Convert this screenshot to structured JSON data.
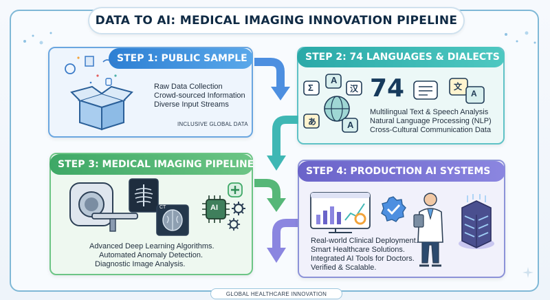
{
  "title": "DATA TO AI: MEDICAL IMAGING INNOVATION PIPELINE",
  "footer": "GLOBAL HEALTHCARE INNOVATION",
  "steps": [
    {
      "label": "STEP 1: PUBLIC SAMPLE",
      "lines": [
        "Raw Data Collection",
        "Crowd-sourced Information",
        "Diverse Input Streams"
      ],
      "tag": "INCLUSIVE GLOBAL DATA",
      "color": "#2d7fd3"
    },
    {
      "label": "STEP 2:  74 LANGUAGES & DIALECTS",
      "big_number": "74",
      "lines": [
        "Multilingual Text & Speech Analysis",
        "Natural Language Processing (NLP)",
        "Cross-Cultural Communication Data"
      ],
      "glyphs": [
        "Σ",
        "A",
        "汉",
        "あ",
        "A",
        "文",
        "A"
      ],
      "color": "#2aa9a8"
    },
    {
      "label": "STEP 3: MEDICAL IMAGING PIPELINE",
      "lines": [
        "Advanced Deep Learning Algorithms.",
        "Automated Anomaly Detection.",
        "Diagnostic Image Analysis."
      ],
      "glyphs": [
        "CT",
        "AI"
      ],
      "color": "#3ea866"
    },
    {
      "label": "STEP 4:  PRODUCTION AI SYSTEMS",
      "lines": [
        "Real-world Clinical Deployment.",
        "Smart Healthcare Solutions.",
        "Integrated AI Tools for Doctors.",
        "Verified & Scalable."
      ],
      "color": "#6a63c9"
    }
  ],
  "icons": [
    "open-box-icon",
    "confetti-icon",
    "globe-icon",
    "speech-bubble-icon",
    "mri-scanner-icon",
    "xray-icon",
    "brain-scan-icon",
    "ai-chip-icon",
    "gear-icon",
    "plus-icon",
    "dashboard-icon",
    "verified-badge-icon",
    "doctor-icon",
    "server-icon",
    "flow-arrow-icon"
  ]
}
